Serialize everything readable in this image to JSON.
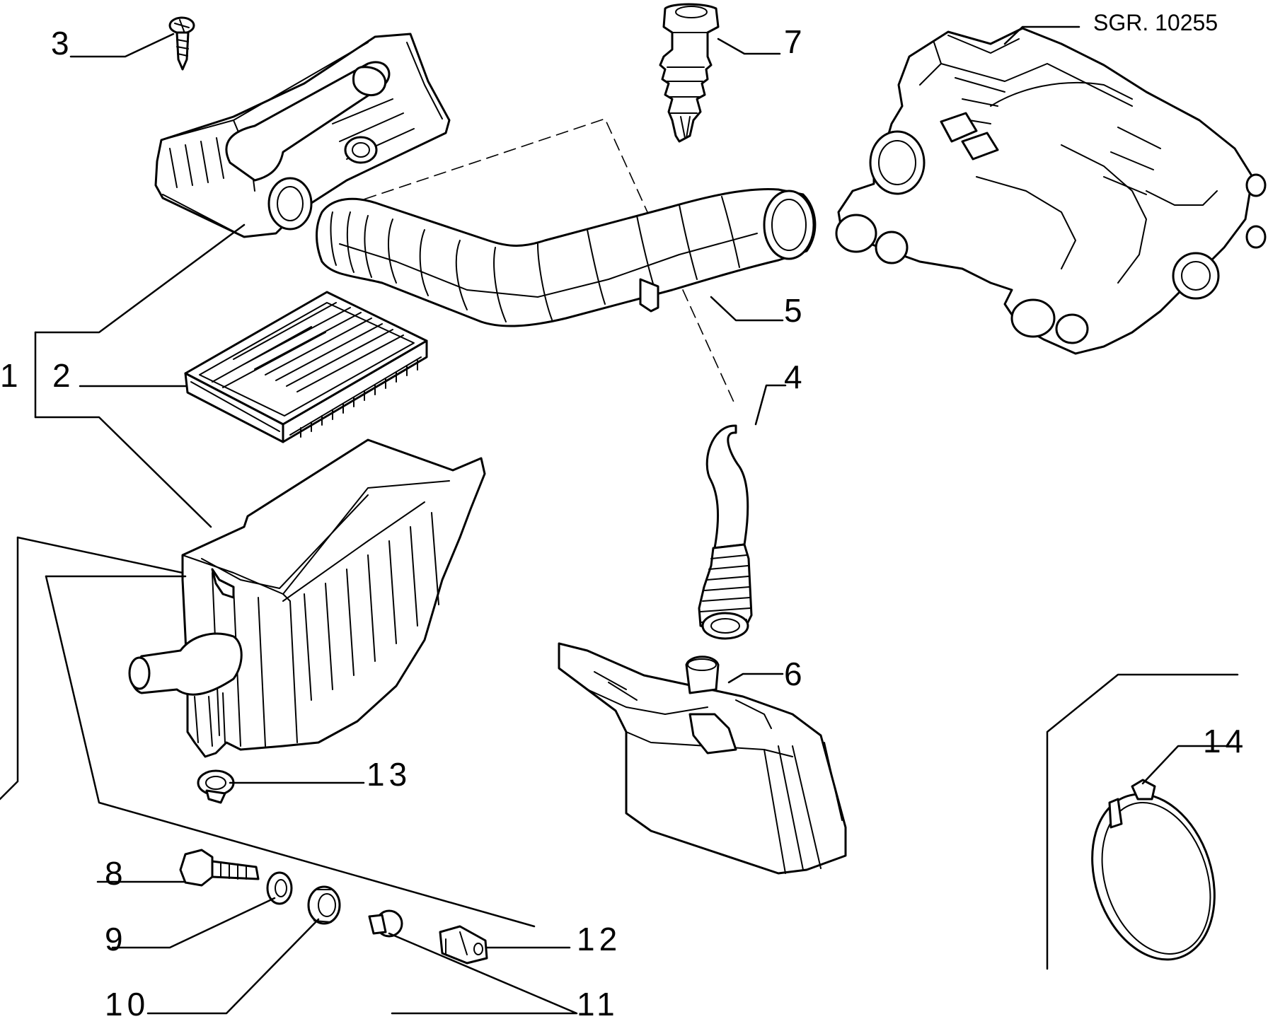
{
  "drawing_ref": "SGR. 10255",
  "callouts": {
    "c1": "1",
    "c2": "2",
    "c3": "3",
    "c4": "4",
    "c5": "5",
    "c6": "6",
    "c7": "7",
    "c8": "8",
    "c9": "9",
    "c10": "10",
    "c11": "11",
    "c12": "12",
    "c13": "13",
    "c14": "14"
  }
}
